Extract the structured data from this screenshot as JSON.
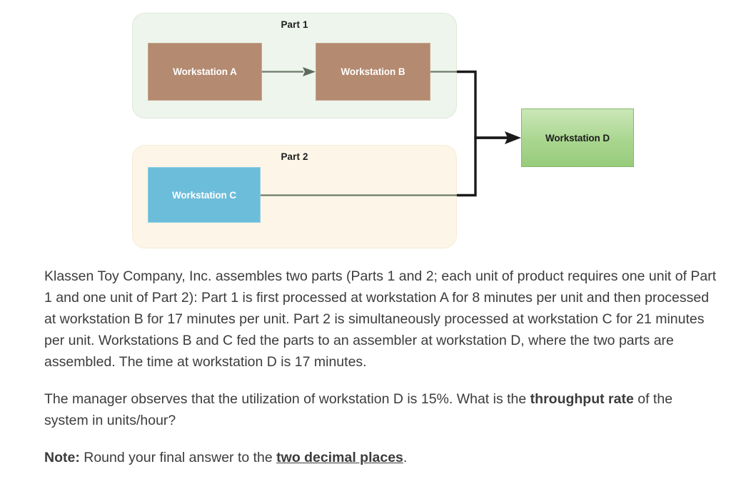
{
  "diagram": {
    "groups": [
      {
        "title": "Part 1"
      },
      {
        "title": "Part 2"
      }
    ],
    "nodes": [
      {
        "id": "A",
        "label": "Workstation A"
      },
      {
        "id": "B",
        "label": "Workstation B"
      },
      {
        "id": "C",
        "label": "Workstation C"
      },
      {
        "id": "D",
        "label": "Workstation D"
      }
    ],
    "colors": {
      "part1_background": "#eef5ec",
      "part1_border": "#dfe9dc",
      "part2_background": "#fdf6e8",
      "part2_border": "#f6ecd7",
      "workstation_ab": "#b48a70",
      "workstation_c": "#6cbdd9",
      "workstation_d": "#a9d68f",
      "workstation_d_border": "#86b76a",
      "connector_inner": "#6c7a6a",
      "connector_outer": "#1a1a1a"
    }
  },
  "problem": {
    "paragraph1": "Klassen Toy Company, Inc. assembles two parts (Parts 1 and 2; each unit of product requires one unit of Part 1 and one unit of Part 2): Part 1 is first processed at workstation A for 8 minutes per unit and then processed at workstation B for 17 minutes per unit. Part 2 is simultaneously processed at workstation C for 21 minutes per unit. Workstations B and C fed the parts to an assembler at workstation D, where the two parts are assembled. The time at workstation D is 17 minutes.",
    "paragraph2_part1": "The manager observes that the utilization of workstation D is 15%. What is the ",
    "paragraph2_bold": "throughput rate",
    "paragraph2_part2": " of the system in units/hour?",
    "note_label": "Note:",
    "note_text_before": " Round your final answer to the ",
    "note_emphasis": "two decimal places",
    "note_text_after": "."
  }
}
